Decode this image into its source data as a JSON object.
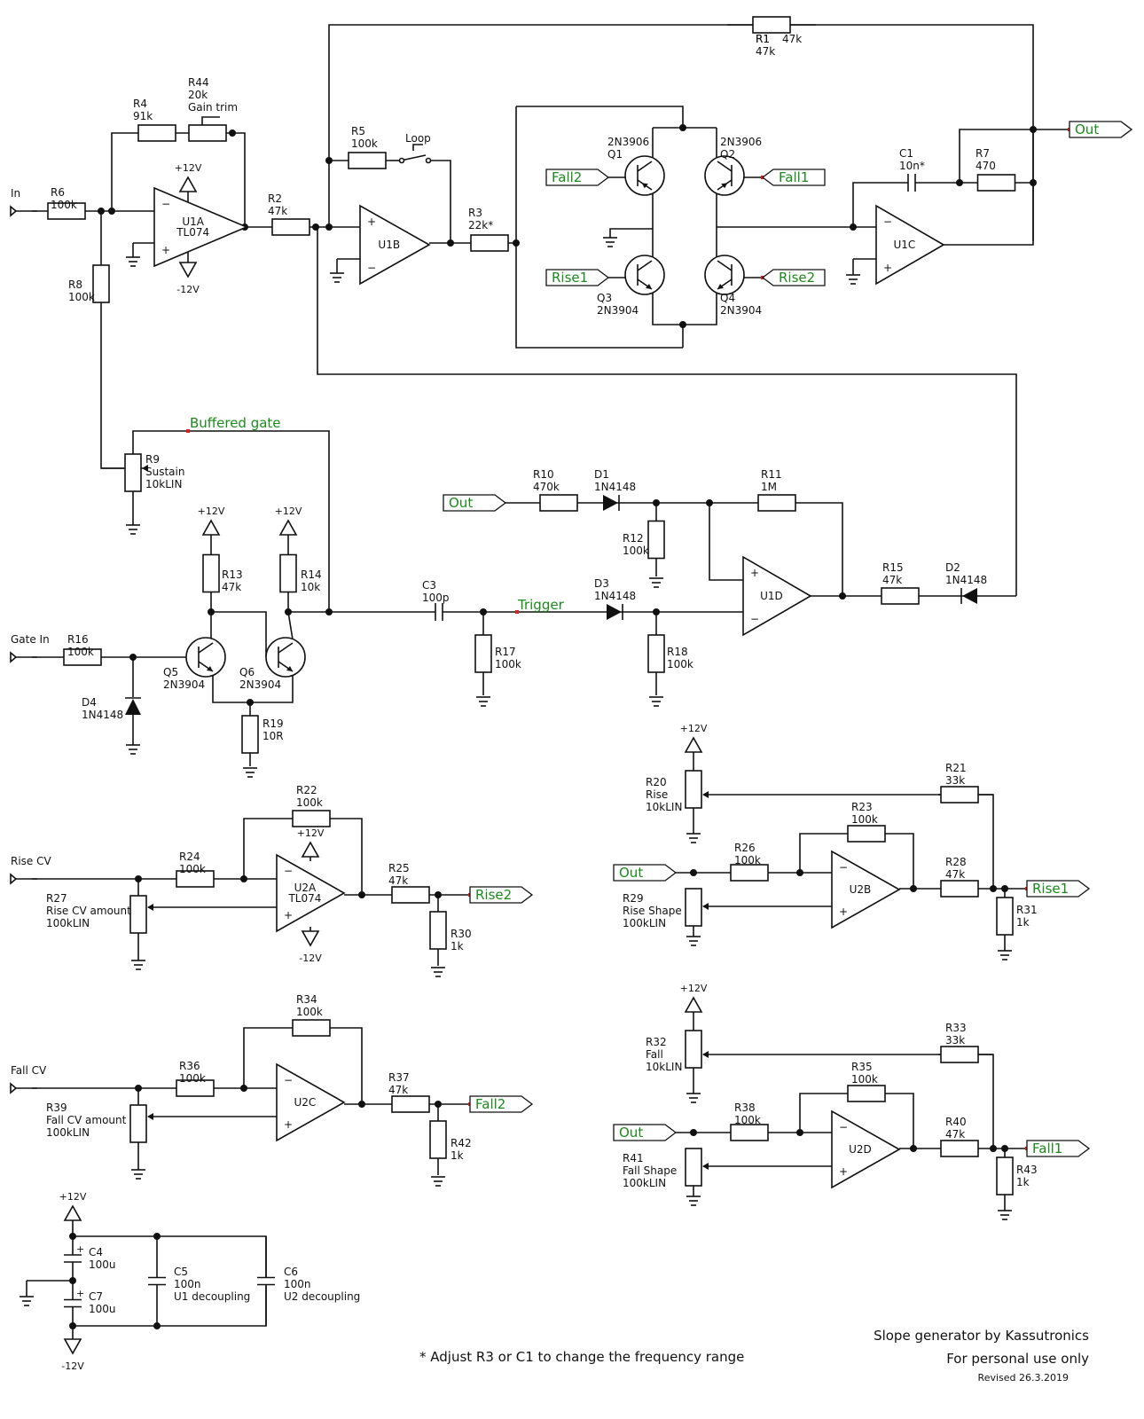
{
  "labels": {
    "R1": [
      "R1",
      "47k"
    ],
    "R2": [
      "R2",
      "47k"
    ],
    "R3": [
      "R3",
      "22k*"
    ],
    "R4": [
      "R4",
      "91k"
    ],
    "R44": [
      "R44",
      "20k",
      "Gain trim"
    ],
    "R5": [
      "R5",
      "100k"
    ],
    "R6": [
      "R6",
      "100k"
    ],
    "R7": [
      "R7",
      "470"
    ],
    "R8": [
      "R8",
      "100k"
    ],
    "R9": [
      "R9",
      "Sustain",
      "10kLIN"
    ],
    "R10": [
      "R10",
      "470k"
    ],
    "R11": [
      "R11",
      "1M"
    ],
    "R12": [
      "R12",
      "100k"
    ],
    "R13": [
      "R13",
      "47k"
    ],
    "R14": [
      "R14",
      "10k"
    ],
    "R15": [
      "R15",
      "47k"
    ],
    "R16": [
      "R16",
      "100k"
    ],
    "R17": [
      "R17",
      "100k"
    ],
    "R18": [
      "R18",
      "100k"
    ],
    "R19": [
      "R19",
      "10R"
    ],
    "R20": [
      "R20",
      "Rise",
      "10kLIN"
    ],
    "R21": [
      "R21",
      "33k"
    ],
    "R22": [
      "R22",
      "100k"
    ],
    "R23": [
      "R23",
      "100k"
    ],
    "R24": [
      "R24",
      "100k"
    ],
    "R25": [
      "R25",
      "47k"
    ],
    "R26": [
      "R26",
      "100k"
    ],
    "R27": [
      "R27",
      "Rise CV amount",
      "100kLIN"
    ],
    "R28": [
      "R28",
      "47k"
    ],
    "R29": [
      "R29",
      "Rise Shape",
      "100kLIN"
    ],
    "R30": [
      "R30",
      "1k"
    ],
    "R31": [
      "R31",
      "1k"
    ],
    "R32": [
      "R32",
      "Fall",
      "10kLIN"
    ],
    "R33": [
      "R33",
      "33k"
    ],
    "R34": [
      "R34",
      "100k"
    ],
    "R35": [
      "R35",
      "100k"
    ],
    "R36": [
      "R36",
      "100k"
    ],
    "R37": [
      "R37",
      "47k"
    ],
    "R38": [
      "R38",
      "100k"
    ],
    "R39": [
      "R39",
      "Fall CV amount",
      "100kLIN"
    ],
    "R40": [
      "R40",
      "47k"
    ],
    "R41": [
      "R41",
      "Fall Shape",
      "100kLIN"
    ],
    "R42": [
      "R42",
      "1k"
    ],
    "R43": [
      "R43",
      "1k"
    ],
    "C1": [
      "C1",
      "10n*"
    ],
    "C3": [
      "C3",
      "100p"
    ],
    "C4": [
      "C4",
      "100u"
    ],
    "C5": [
      "C5",
      "100n",
      "U1 decoupling"
    ],
    "C6": [
      "C6",
      "100n",
      "U2 decoupling"
    ],
    "C7": [
      "C7",
      "100u"
    ],
    "D1": [
      "D1",
      "1N4148"
    ],
    "D2": [
      "D2",
      "1N4148"
    ],
    "D3": [
      "D3",
      "1N4148"
    ],
    "D4": [
      "D4",
      "1N4148"
    ],
    "Q1": [
      "2N3906",
      "Q1"
    ],
    "Q2": [
      "2N3906",
      "Q2"
    ],
    "Q3": [
      "Q3",
      "2N3904"
    ],
    "Q4": [
      "Q4",
      "2N3904"
    ],
    "Q5": [
      "Q5",
      "2N3904"
    ],
    "Q6": [
      "Q6",
      "2N3904"
    ],
    "U1A": [
      "U1A",
      "TL074"
    ],
    "U1B": [
      "U1B"
    ],
    "U1C": [
      "U1C"
    ],
    "U1D": [
      "U1D"
    ],
    "U2A": [
      "U2A",
      "TL074"
    ],
    "U2B": [
      "U2B"
    ],
    "U2C": [
      "U2C"
    ],
    "U2D": [
      "U2D"
    ],
    "in": "In",
    "gate_in": "Gate In",
    "rise_cv": "Rise CV",
    "fall_cv": "Fall CV",
    "loop": "Loop",
    "buffered_gate": "Buffered gate",
    "trigger": "Trigger",
    "plus12": "+12V",
    "minus12": "-12V",
    "plus": "+",
    "minus": "−"
  },
  "net_tags": {
    "out": "Out",
    "fall1": "Fall1",
    "fall2": "Fall2",
    "rise1": "Rise1",
    "rise2": "Rise2"
  },
  "footer": {
    "title": "Slope generator by Kassutronics",
    "license": "For personal use only",
    "revised": "Revised 26.3.2019",
    "note": "* Adjust R3 or C1 to change the frequency range"
  }
}
